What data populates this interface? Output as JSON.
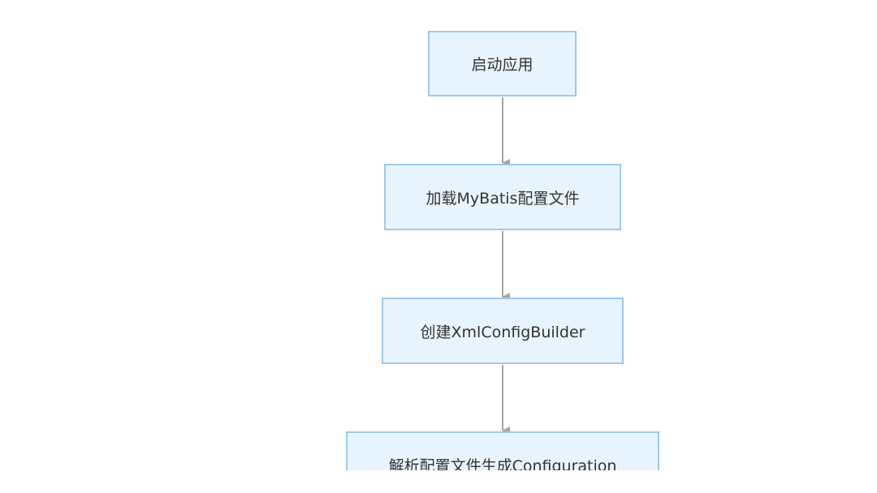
{
  "flowchart": {
    "nodes": [
      {
        "id": "n1",
        "label": "启动应用"
      },
      {
        "id": "n2",
        "label": "加载MyBatis配置文件"
      },
      {
        "id": "n3",
        "label": "创建XmlConfigBuilder"
      },
      {
        "id": "n4",
        "label": "解析配置文件生成Configuration"
      }
    ],
    "edges": [
      {
        "from": "n1",
        "to": "n2"
      },
      {
        "from": "n2",
        "to": "n3"
      },
      {
        "from": "n3",
        "to": "n4"
      }
    ],
    "colors": {
      "node_fill": "#e8f4fd",
      "node_border": "#9ec9ec",
      "edge": "#a6a6a6",
      "text": "#333333"
    }
  }
}
